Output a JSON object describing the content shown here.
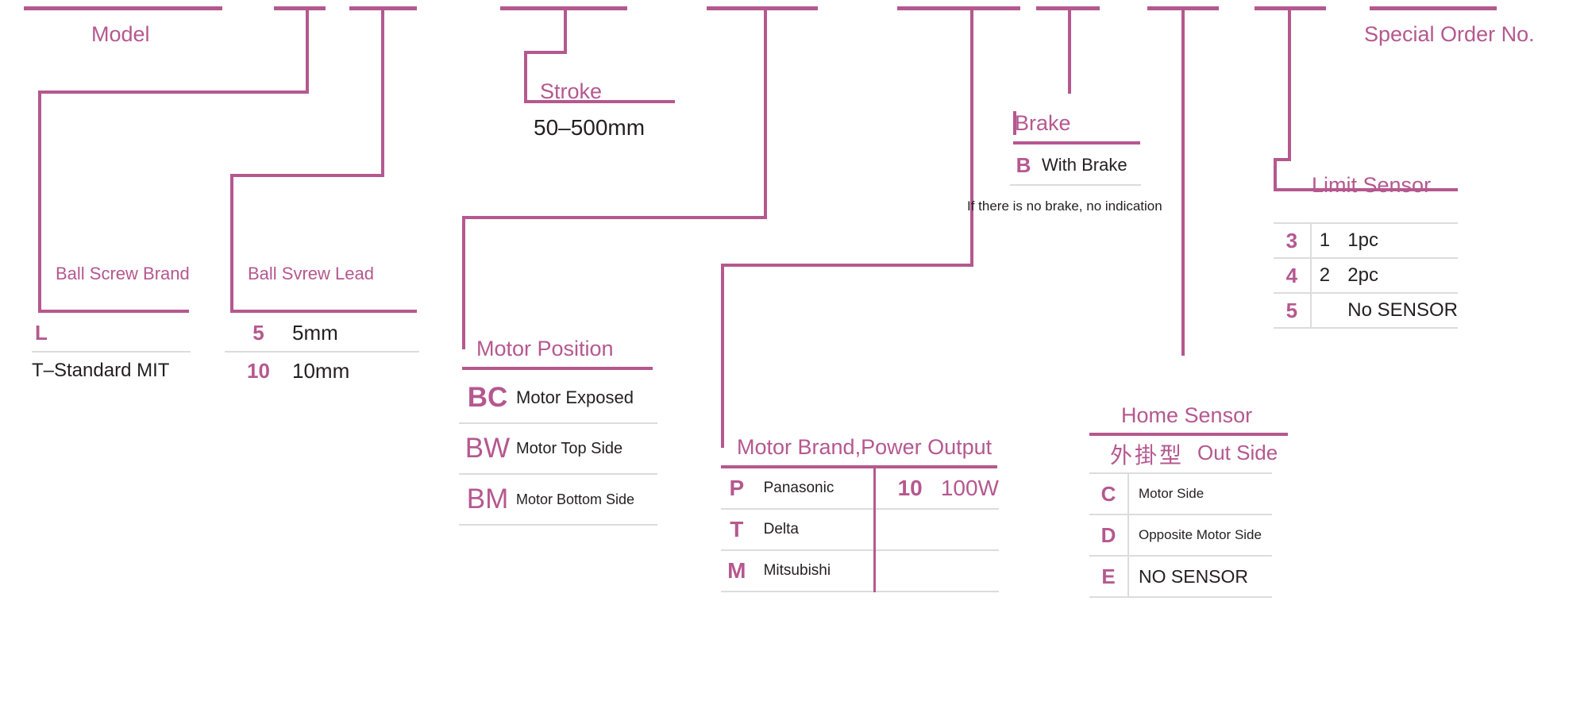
{
  "diagram": {
    "kind": "model-number-designation-chart",
    "accent_color": "#b5588f",
    "text_color": "#231f20",
    "rule_color": "#dcdcdc"
  },
  "sections": {
    "model": {
      "title": "Model"
    },
    "ball_screw_brand": {
      "title": "Ball Screw Brand",
      "rows": [
        {
          "code": "L",
          "desc": ""
        },
        {
          "code": "",
          "desc": "T–Standard MIT"
        }
      ]
    },
    "ball_screw_lead": {
      "title": "Ball Svrew Lead",
      "rows": [
        {
          "code": "5",
          "desc": "5mm"
        },
        {
          "code": "10",
          "desc": "10mm"
        }
      ]
    },
    "stroke": {
      "title": "Stroke",
      "value": "50–500mm"
    },
    "motor_position": {
      "title": "Motor Position",
      "rows": [
        {
          "code": "BC",
          "desc": "Motor Exposed"
        },
        {
          "code": "BW",
          "desc": "Motor Top Side"
        },
        {
          "code": "BM",
          "desc": "Motor Bottom Side"
        }
      ]
    },
    "motor_brand_power": {
      "title": "Motor Brand,Power Output",
      "brand_rows": [
        {
          "code": "P",
          "desc": "Panasonic"
        },
        {
          "code": "T",
          "desc": "Delta"
        },
        {
          "code": "M",
          "desc": "Mitsubishi"
        }
      ],
      "power_rows": [
        {
          "code": "10",
          "desc": "100W"
        },
        {
          "code": "",
          "desc": ""
        },
        {
          "code": "",
          "desc": ""
        }
      ]
    },
    "brake": {
      "title": "Brake",
      "rows": [
        {
          "code": "B",
          "desc": "With Brake"
        }
      ],
      "note": "If there is no brake, no indication"
    },
    "home_sensor": {
      "title": "Home Sensor",
      "subtitle_cn": "外掛型",
      "subtitle_en": "Out Side",
      "rows": [
        {
          "code": "C",
          "desc": "Motor Side"
        },
        {
          "code": "D",
          "desc": "Opposite Motor Side"
        },
        {
          "code": "E",
          "desc": "NO SENSOR"
        }
      ]
    },
    "limit_sensor": {
      "title": "Limit Sensor",
      "rows": [
        {
          "code": "3",
          "qty": "1",
          "desc": "1pc"
        },
        {
          "code": "4",
          "qty": "2",
          "desc": "2pc"
        },
        {
          "code": "5",
          "qty": "",
          "desc": "No SENSOR"
        }
      ]
    },
    "special_order": {
      "title": "Special Order No."
    }
  }
}
